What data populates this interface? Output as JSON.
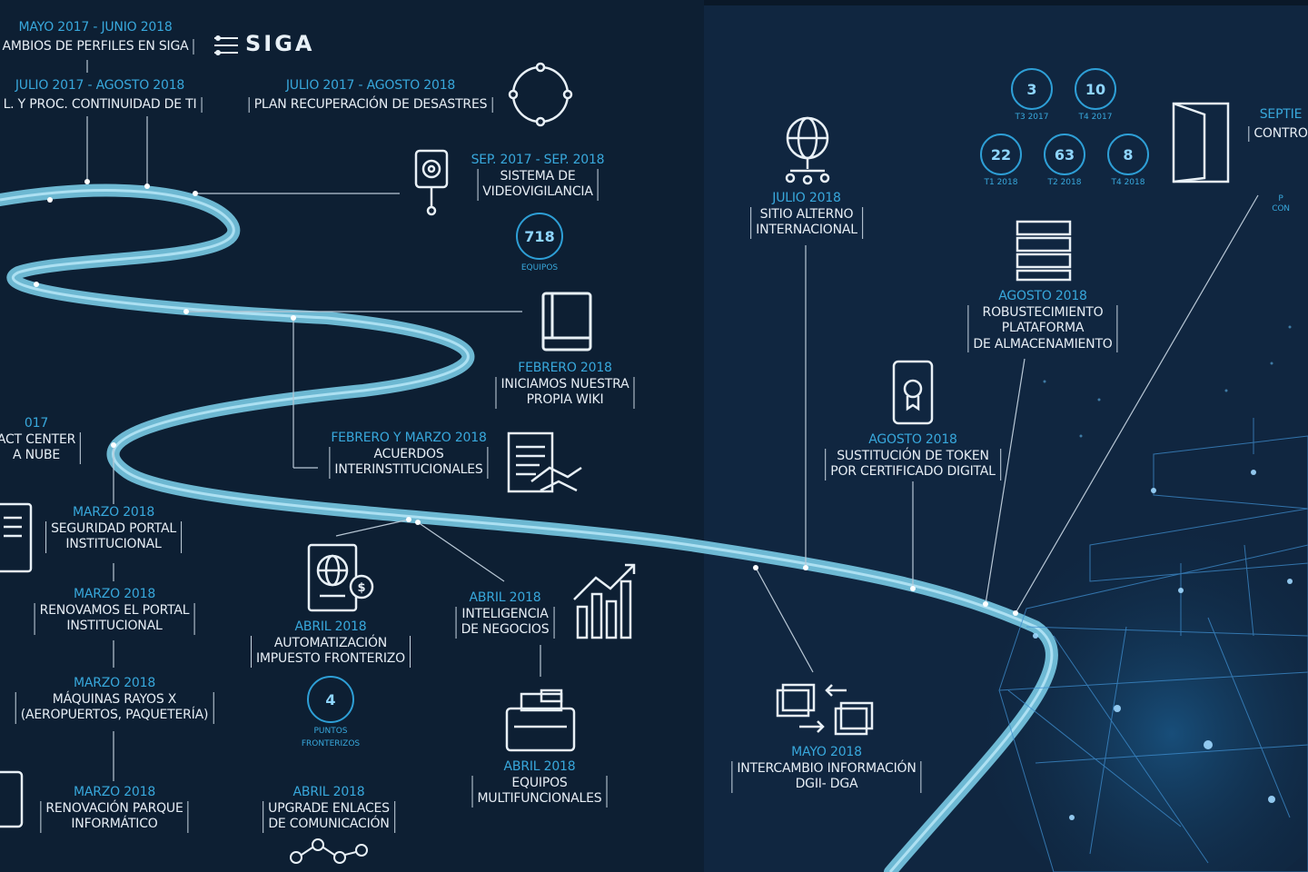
{
  "siga_logo": "SIGA",
  "milestones": {
    "m1": {
      "date": "MAYO 2017 - JUNIO 2018",
      "text": "AMBIOS DE PERFILES EN SIGA"
    },
    "m2": {
      "date": "JULIO 2017 - AGOSTO 2018",
      "text": "L. Y PROC. CONTINUIDAD DE TI"
    },
    "m3": {
      "date": "JULIO 2017 - AGOSTO 2018",
      "text": "PLAN RECUPERACIÓN DE DESASTRES"
    },
    "m4": {
      "date": "SEP. 2017 - SEP. 2018",
      "text1": "SISTEMA DE",
      "text2": "VIDEOVIGILANCIA"
    },
    "m5": {
      "date": "FEBRERO 2018",
      "text1": "INICIAMOS NUESTRA",
      "text2": "PROPIA WIKI"
    },
    "m6": {
      "date": "017",
      "text1": "ACT CENTER",
      "text2": "A NUBE"
    },
    "m7": {
      "date": "FEBRERO Y MARZO 2018",
      "text1": "ACUERDOS",
      "text2": "INTERINSTITUCIONALES"
    },
    "m8": {
      "date": "MARZO 2018",
      "text1": "SEGURIDAD PORTAL",
      "text2": "INSTITUCIONAL"
    },
    "m9": {
      "date": "MARZO 2018",
      "text1": "RENOVAMOS EL PORTAL",
      "text2": "INSTITUCIONAL"
    },
    "m10": {
      "date": "MARZO 2018",
      "text1": "MÁQUINAS RAYOS X",
      "text2": "(AEROPUERTOS, PAQUETERÍA)"
    },
    "m11": {
      "date": "MARZO 2018",
      "text1": "RENOVACIÓN PARQUE",
      "text2": "INFORMÁTICO"
    },
    "m12": {
      "date": "ABRIL 2018",
      "text1": "AUTOMATIZACIÓN",
      "text2": "IMPUESTO FRONTERIZO"
    },
    "m13": {
      "date": "ABRIL 2018",
      "text1": "INTELIGENCIA",
      "text2": "DE NEGOCIOS"
    },
    "m14": {
      "date": "ABRIL 2018",
      "text1": "EQUIPOS",
      "text2": "MULTIFUNCIONALES"
    },
    "m15": {
      "date": "ABRIL 2018",
      "text1": "UPGRADE ENLACES",
      "text2": "DE COMUNICACIÓN"
    },
    "m16": {
      "date": "JULIO 2018",
      "text1": "SITIO ALTERNO",
      "text2": "INTERNACIONAL"
    },
    "m17": {
      "date": "MAYO 2018",
      "text1": "INTERCAMBIO INFORMACIÓN",
      "text2": "DGII- DGA"
    },
    "m18": {
      "date": "AGOSTO 2018",
      "text1": "SUSTITUCIÓN DE TOKEN",
      "text2": "POR CERTIFICADO DIGITAL"
    },
    "m19": {
      "date": "AGOSTO 2018",
      "text1": "ROBUSTECIMIENTO",
      "text2": "PLATAFORMA",
      "text3": "DE ALMACENAMIENTO"
    },
    "m20": {
      "date": "SEPTIE",
      "text1": "CONTRO",
      "text2": "P",
      "text3": "CON"
    }
  },
  "badges": {
    "equipos": {
      "value": "718",
      "label": "EQUIPOS"
    },
    "puntos": {
      "value": "4",
      "label1": "PUNTOS",
      "label2": "FRONTERIZOS"
    },
    "b1": {
      "value": "3",
      "label": "T3 2017"
    },
    "b2": {
      "value": "10",
      "label": "T4 2017"
    },
    "b3": {
      "value": "22",
      "label": "T1 2018"
    },
    "b4": {
      "value": "63",
      "label": "T2 2018"
    },
    "b5": {
      "value": "8",
      "label": "T4 2018"
    }
  },
  "colors": {
    "background": "#0d1f33",
    "path": "#7fd3ee",
    "accent": "#38a8dc",
    "text": "#e7eef5"
  }
}
